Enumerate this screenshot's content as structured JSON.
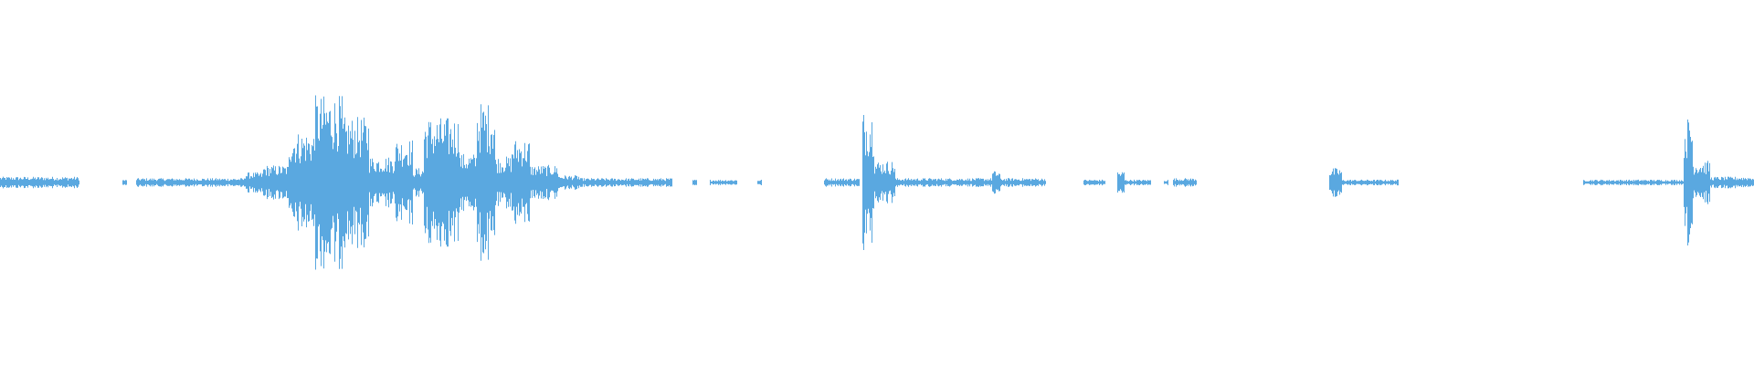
{
  "waveform": {
    "color": "#5aa8e0",
    "background": "#ffffff",
    "duration_fraction_axis": "0-1",
    "segments": [
      {
        "start": 0.0,
        "end": 0.045,
        "amp": 0.04
      },
      {
        "start": 0.07,
        "end": 0.072,
        "amp": 0.02
      },
      {
        "start": 0.078,
        "end": 0.14,
        "amp": 0.03
      },
      {
        "start": 0.14,
        "end": 0.15,
        "amp": 0.07
      },
      {
        "start": 0.15,
        "end": 0.165,
        "amp": 0.12
      },
      {
        "start": 0.165,
        "end": 0.18,
        "amp": 0.35
      },
      {
        "start": 0.18,
        "end": 0.195,
        "amp": 0.6
      },
      {
        "start": 0.195,
        "end": 0.21,
        "amp": 0.45
      },
      {
        "start": 0.21,
        "end": 0.225,
        "amp": 0.18
      },
      {
        "start": 0.225,
        "end": 0.235,
        "amp": 0.3
      },
      {
        "start": 0.235,
        "end": 0.242,
        "amp": 0.1
      },
      {
        "start": 0.242,
        "end": 0.262,
        "amp": 0.45
      },
      {
        "start": 0.262,
        "end": 0.272,
        "amp": 0.2
      },
      {
        "start": 0.272,
        "end": 0.282,
        "amp": 0.55
      },
      {
        "start": 0.282,
        "end": 0.292,
        "amp": 0.18
      },
      {
        "start": 0.292,
        "end": 0.302,
        "amp": 0.3
      },
      {
        "start": 0.302,
        "end": 0.318,
        "amp": 0.12
      },
      {
        "start": 0.318,
        "end": 0.33,
        "amp": 0.05
      },
      {
        "start": 0.33,
        "end": 0.383,
        "amp": 0.03
      },
      {
        "start": 0.395,
        "end": 0.397,
        "amp": 0.02
      },
      {
        "start": 0.405,
        "end": 0.42,
        "amp": 0.02
      },
      {
        "start": 0.432,
        "end": 0.434,
        "amp": 0.02
      },
      {
        "start": 0.47,
        "end": 0.49,
        "amp": 0.03
      },
      {
        "start": 0.492,
        "end": 0.498,
        "amp": 0.5
      },
      {
        "start": 0.498,
        "end": 0.51,
        "amp": 0.15
      },
      {
        "start": 0.51,
        "end": 0.566,
        "amp": 0.03
      },
      {
        "start": 0.566,
        "end": 0.57,
        "amp": 0.08
      },
      {
        "start": 0.57,
        "end": 0.596,
        "amp": 0.03
      },
      {
        "start": 0.618,
        "end": 0.63,
        "amp": 0.02
      },
      {
        "start": 0.637,
        "end": 0.641,
        "amp": 0.08
      },
      {
        "start": 0.641,
        "end": 0.656,
        "amp": 0.02
      },
      {
        "start": 0.664,
        "end": 0.666,
        "amp": 0.02
      },
      {
        "start": 0.669,
        "end": 0.682,
        "amp": 0.03
      },
      {
        "start": 0.758,
        "end": 0.765,
        "amp": 0.1
      },
      {
        "start": 0.765,
        "end": 0.797,
        "amp": 0.02
      },
      {
        "start": 0.903,
        "end": 0.96,
        "amp": 0.02
      },
      {
        "start": 0.96,
        "end": 0.965,
        "amp": 0.45
      },
      {
        "start": 0.965,
        "end": 0.975,
        "amp": 0.15
      },
      {
        "start": 0.975,
        "end": 1.0,
        "amp": 0.04
      }
    ]
  }
}
